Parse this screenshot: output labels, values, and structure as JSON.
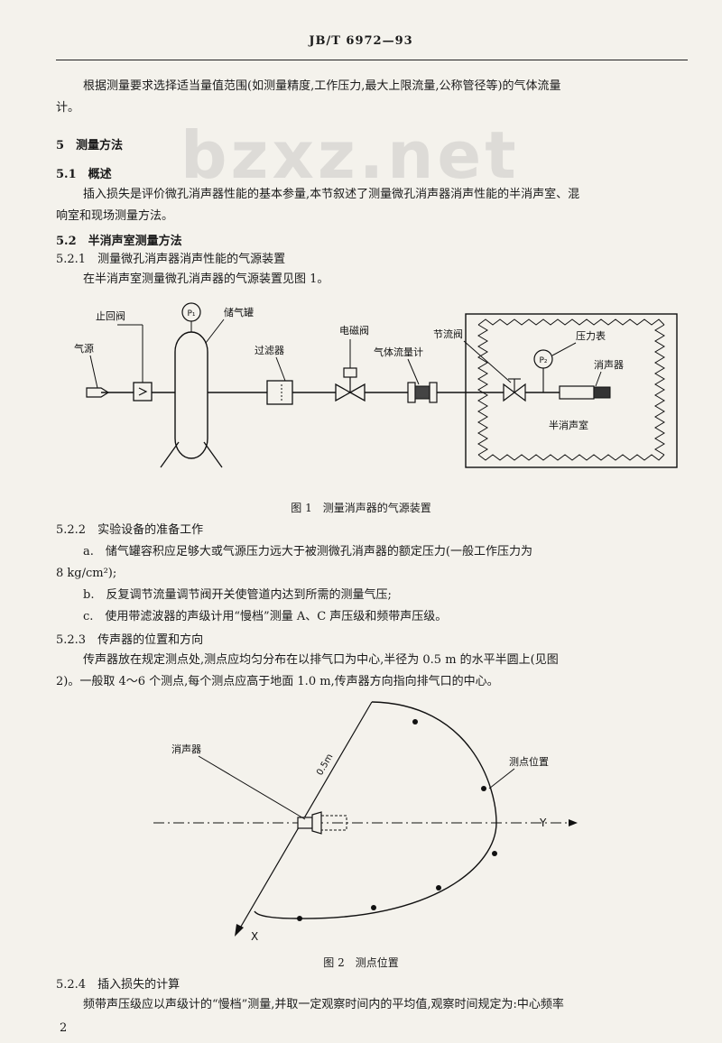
{
  "header": "JB/T 6972—93",
  "watermark": "bzxz.net",
  "intro": {
    "line1": "根据测量要求选择适当量值范围(如测量精度,工作压力,最大上限流量,公称管径等)的气体流量",
    "line2": "计。"
  },
  "s5": {
    "title": "5　测量方法"
  },
  "s51": {
    "title": "5.1　概述",
    "line1": "插入损失是评价微孔消声器性能的基本参量,本节叙述了测量微孔消声器消声性能的半消声室、混",
    "line2": "响室和现场测量方法。"
  },
  "s52": {
    "title": "5.2　半消声室测量方法"
  },
  "s521": {
    "title": "5.2.1　测量微孔消声器消声性能的气源装置",
    "line1": "在半消声室测量微孔消声器的气源装置见图 1。"
  },
  "fig1": {
    "labels": {
      "check_valve": "止回阀",
      "p1": "P₁",
      "tank": "储气罐",
      "source": "气源",
      "filter": "过滤器",
      "solenoid": "电磁阀",
      "flowmeter": "气体流量计",
      "throttle": "节流阀",
      "p2": "P₂",
      "gauge": "压力表",
      "muffler": "消声器",
      "room": "半消声室"
    },
    "caption": "图 1　测量消声器的气源装置"
  },
  "s522": {
    "title": "5.2.2　实验设备的准备工作",
    "a1": "a.　储气罐容积应足够大或气源压力远大于被测微孔消声器的额定压力(一般工作压力为",
    "a2": "8 kg/cm²);",
    "b": "b.　反复调节流量调节阀开关使管道内达到所需的测量气压;",
    "c": "c.　使用带滤波器的声级计用“慢档”测量 A、C 声压级和频带声压级。"
  },
  "s523": {
    "title": "5.2.3　传声器的位置和方向",
    "line1": "传声器放在规定测点处,测点应均匀分布在以排气口为中心,半径为 0.5 m 的水平半圆上(见图",
    "line2": "2)。一般取 4～6 个测点,每个测点应高于地面 1.0 m,传声器方向指向排气口的中心。"
  },
  "fig2": {
    "labels": {
      "muffler": "消声器",
      "radius": "0.5m",
      "points": "测点位置",
      "y": "Y",
      "x": "X"
    },
    "caption": "图 2　测点位置"
  },
  "s524": {
    "title": "5.2.4　插入损失的计算",
    "line1": "频带声压级应以声级计的“慢档”测量,并取一定观察时间内的平均值,观察时间规定为:中心频率"
  },
  "page_number": "2"
}
